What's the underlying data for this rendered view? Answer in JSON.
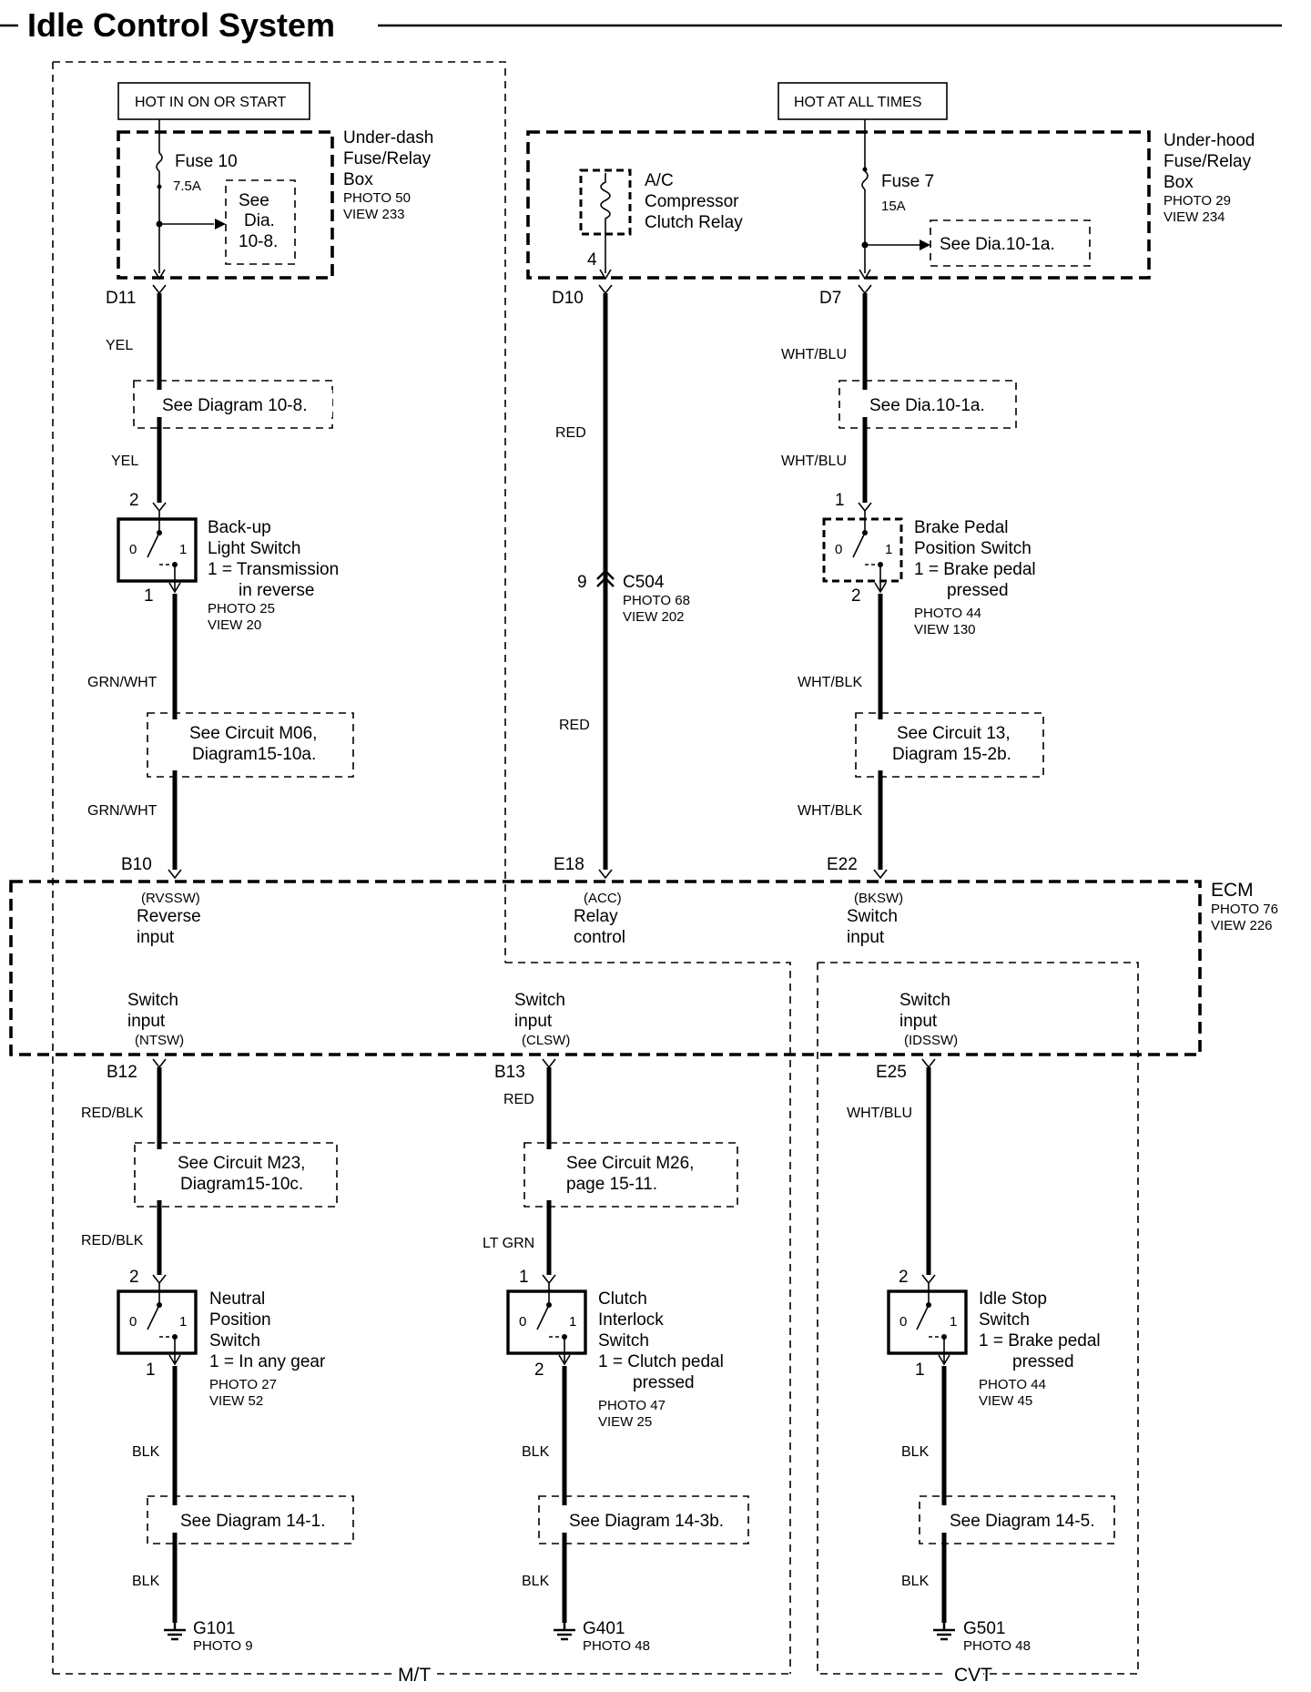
{
  "title": "Idle Control System",
  "hot_labels": {
    "run_start": "HOT IN ON OR START",
    "all_times": "HOT AT ALL TIMES"
  },
  "underdash_box": {
    "name": [
      "Under-dash",
      "Fuse/Relay",
      "Box"
    ],
    "photo": "PHOTO 50",
    "view": "VIEW 233",
    "fuse": "Fuse 10",
    "rating": "7.5A",
    "see": [
      "See",
      "Dia.",
      "10-8."
    ]
  },
  "underhood_box": {
    "name": [
      "Under-hood",
      "Fuse/Relay",
      "Box"
    ],
    "photo": "PHOTO 29",
    "view": "VIEW 234",
    "relay": [
      "A/C",
      "Compressor",
      "Clutch Relay"
    ],
    "relay_pin": "4",
    "fuse": "Fuse 7",
    "rating": "15A",
    "see": "See Dia.10-1a."
  },
  "pins_top": {
    "d11": "D11",
    "d10": "D10",
    "d7": "D7"
  },
  "wires": {
    "yel": "YEL",
    "red": "RED",
    "wht_blu": "WHT/BLU",
    "grn_wht": "GRN/WHT",
    "wht_blk": "WHT/BLK",
    "red_blk": "RED/BLK",
    "lt_grn": "LT GRN",
    "blk": "BLK"
  },
  "refs": {
    "dia_10_8": "See Diagram 10-8.",
    "dia_10_1a": "See Dia.10-1a.",
    "m06": [
      "See Circuit M06,",
      "Diagram15-10a."
    ],
    "c13": [
      "See Circuit 13,",
      "Diagram 15-2b."
    ],
    "m23": [
      "See Circuit M23,",
      "Diagram15-10c."
    ],
    "m26": [
      "See Circuit M26,",
      "page 15-11."
    ],
    "d14_1": "See Diagram 14-1.",
    "d14_3b": "See Diagram 14-3b.",
    "d14_5": "See Diagram 14-5."
  },
  "switch_states": {
    "off": "0",
    "on": "1"
  },
  "backup_switch": {
    "name": [
      "Back-up",
      "Light Switch"
    ],
    "desc": [
      "1 = Transmission",
      "in reverse"
    ],
    "photo": "PHOTO 25",
    "view": "VIEW 20",
    "pin_in": "2",
    "pin_out": "1"
  },
  "brake_switch": {
    "name": [
      "Brake Pedal",
      "Position Switch"
    ],
    "desc": [
      "1 = Brake pedal",
      "pressed"
    ],
    "photo": "PHOTO 44",
    "view": "VIEW 130",
    "pin_in": "1",
    "pin_out": "2"
  },
  "c504": {
    "pin": "9",
    "name": "C504",
    "photo": "PHOTO 68",
    "view": "VIEW 202"
  },
  "ecm": {
    "name": "ECM",
    "photo": "PHOTO 76",
    "view": "VIEW 226",
    "pins": {
      "b10": "B10",
      "e18": "E18",
      "e22": "E22",
      "b12": "B12",
      "b13": "B13",
      "e25": "E25"
    },
    "inputs": {
      "rvssw": {
        "code": "(RVSSW)",
        "label": [
          "Reverse",
          "input"
        ]
      },
      "acc": {
        "code": "(ACC)",
        "label": [
          "Relay",
          "control"
        ]
      },
      "bksw": {
        "code": "(BKSW)",
        "label": [
          "Switch",
          "input"
        ]
      },
      "ntsw": {
        "code": "(NTSW)",
        "label": [
          "Switch",
          "input"
        ]
      },
      "clsw": {
        "code": "(CLSW)",
        "label": [
          "Switch",
          "input"
        ]
      },
      "idssw": {
        "code": "(IDSSW)",
        "label": [
          "Switch",
          "input"
        ]
      }
    }
  },
  "neutral_switch": {
    "name": [
      "Neutral",
      "Position",
      "Switch"
    ],
    "desc": "1 = In any gear",
    "photo": "PHOTO 27",
    "view": "VIEW 52",
    "pin_in": "2",
    "pin_out": "1"
  },
  "clutch_switch": {
    "name": [
      "Clutch",
      "Interlock",
      "Switch"
    ],
    "desc": [
      "1 = Clutch pedal",
      "pressed"
    ],
    "photo": "PHOTO 47",
    "view": "VIEW 25",
    "pin_in": "1",
    "pin_out": "2"
  },
  "idle_stop_switch": {
    "name": [
      "Idle Stop",
      "Switch"
    ],
    "desc": [
      "1 = Brake pedal",
      "pressed"
    ],
    "photo": "PHOTO 44",
    "view": "VIEW 45",
    "pin_in": "2",
    "pin_out": "1"
  },
  "grounds": {
    "g101": {
      "name": "G101",
      "photo": "PHOTO 9"
    },
    "g401": {
      "name": "G401",
      "photo": "PHOTO 48"
    },
    "g501": {
      "name": "G501",
      "photo": "PHOTO 48"
    }
  },
  "variants": {
    "mt": "M/T",
    "cvt": "CVT"
  }
}
